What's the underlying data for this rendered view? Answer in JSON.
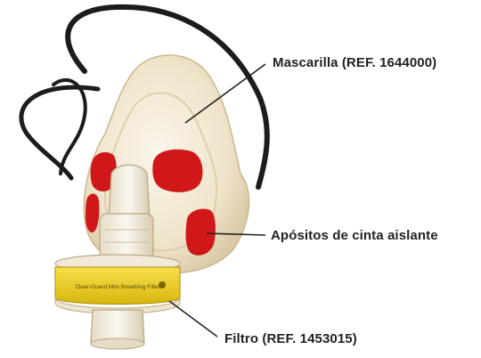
{
  "labels": {
    "mask": "Mascarilla (REF. 1644000)",
    "pads": "Apósitos de cinta aislante",
    "filter": "Filtro (REF. 1453015)"
  },
  "filter_band_text": "Clear-Guard Mini Breathing Filter",
  "colors": {
    "mask": "#f3ead6",
    "tape": "#d01818",
    "strap": "#1c1c1c",
    "filter_band": "#f2d21f",
    "leader": "#222222",
    "text": "#222222"
  }
}
